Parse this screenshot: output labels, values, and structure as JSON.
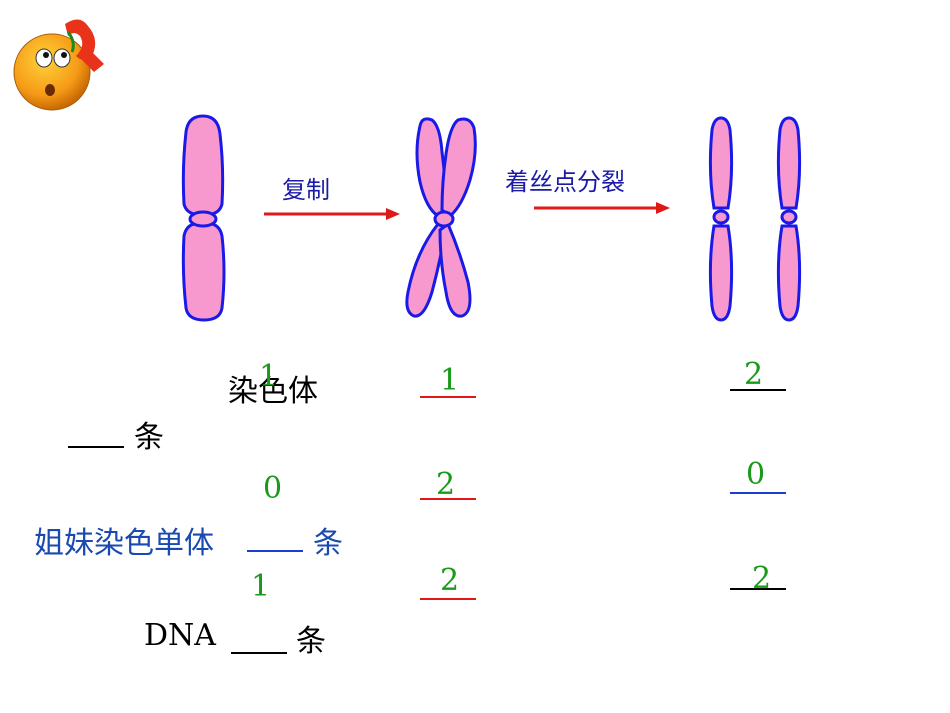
{
  "steps": {
    "replicate": "复制",
    "centromere_split": "着丝点分裂"
  },
  "rows": {
    "chromosome": {
      "label": "染色体",
      "unit": "条",
      "blank": "___"
    },
    "sister_chromatid": {
      "label": "姐妹染色单体",
      "unit": "条",
      "blank": "___"
    },
    "dna": {
      "label": "DNA",
      "unit": "条",
      "blank": "___"
    }
  },
  "answers": {
    "stage1": {
      "chromosome": "1",
      "sister_chromatid": "0",
      "dna": "1"
    },
    "stage2": {
      "chromosome": "1",
      "sister_chromatid": "2",
      "dna": "2"
    },
    "stage3": {
      "chromosome": "2",
      "sister_chromatid": "0",
      "dna": "2"
    }
  },
  "colors": {
    "chromosome_fill": "#f799cf",
    "chromosome_stroke": "#1a1ae6",
    "arrow": "#e01818",
    "answer": "#1a9a1a",
    "blank_stage2": "#e01818",
    "blank_stage3_sister": "#1a3fd0",
    "sister_label": "#1a4ab0"
  },
  "icons": {
    "mascot": "thinking-face-icon"
  }
}
